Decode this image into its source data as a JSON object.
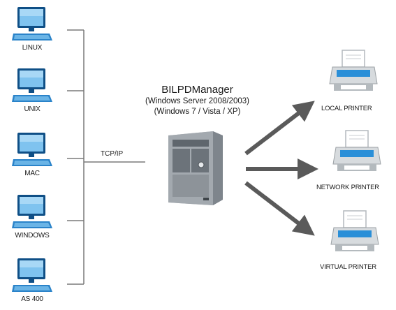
{
  "server": {
    "title": "BILPDManager",
    "line2": "(Windows Server 2008/2003)",
    "line3": "(Windows 7 / Vista / XP)"
  },
  "protocol_label": "TCP/IP",
  "clients": [
    {
      "label": "LINUX",
      "icon": "desktop-computer-icon"
    },
    {
      "label": "UNIX",
      "icon": "desktop-computer-icon"
    },
    {
      "label": "MAC",
      "icon": "desktop-computer-icon"
    },
    {
      "label": "WINDOWS",
      "icon": "desktop-computer-icon"
    },
    {
      "label": "AS 400",
      "icon": "desktop-computer-icon"
    }
  ],
  "printers": [
    {
      "label": "LOCAL PRINTER",
      "icon": "printer-icon"
    },
    {
      "label": "NETWORK PRINTER",
      "icon": "printer-icon"
    },
    {
      "label": "VIRTUAL PRINTER",
      "icon": "printer-icon"
    }
  ],
  "colors": {
    "computer_blue": "#2a83c9",
    "computer_dark": "#0f4f86",
    "line_gray": "#7a7a7a",
    "arrow_gray": "#5a5a5a",
    "server_body": "#9aa0a6",
    "printer_blue": "#2a8fd8"
  }
}
